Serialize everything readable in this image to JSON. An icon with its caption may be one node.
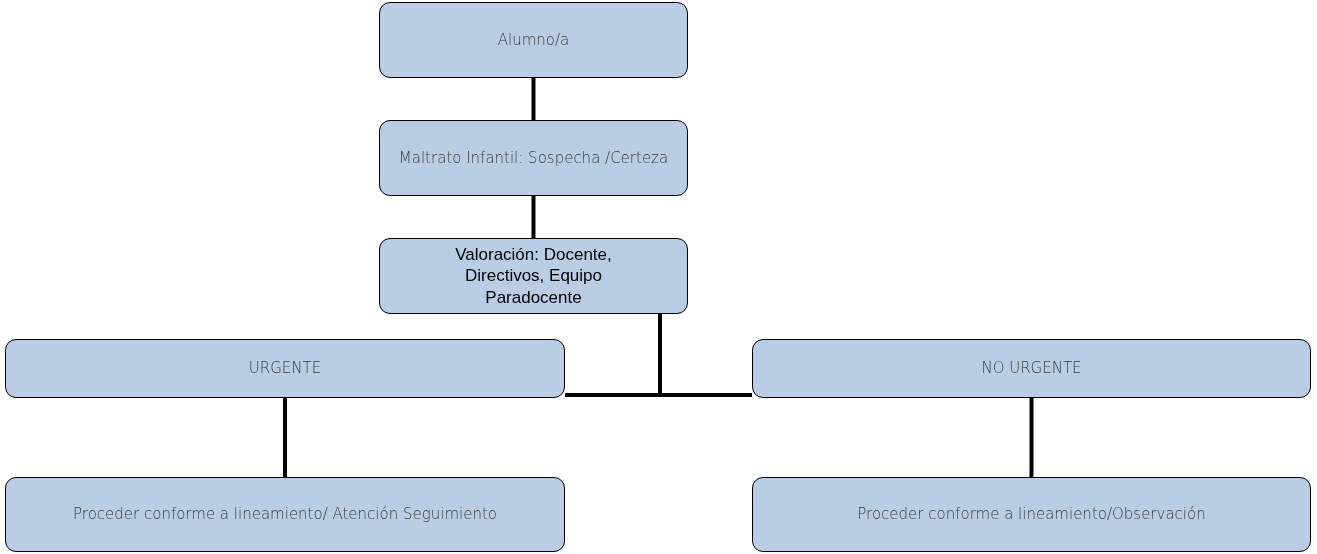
{
  "diagram": {
    "nodes": [
      {
        "text": [
          "Alumno/a"
        ]
      },
      {
        "text": [
          "Maltrato Infantil: Sospecha /Certeza"
        ]
      },
      {
        "text": [
          "Valoración: Docente, Directivos, Equipo Paradocente"
        ]
      },
      {
        "text": [
          "URGENTE"
        ]
      },
      {
        "text": [
          "NO URGENTE"
        ]
      },
      {
        "text": [
          "Proceder conforme a lineamiento/ Atención Seguimiento"
        ]
      },
      {
        "text": [
          "Proceder conforme a lineamiento/Observación"
        ]
      }
    ],
    "edges": [
      {
        "from": 0,
        "to": 1,
        "arrow": "none"
      },
      {
        "from": 1,
        "to": 2,
        "arrow": "none"
      },
      {
        "from": 2,
        "to": 3,
        "arrow": "none"
      },
      {
        "from": 2,
        "to": 4,
        "arrow": "none"
      },
      {
        "from": 3,
        "to": 5,
        "arrow": "none"
      },
      {
        "from": 4,
        "to": 6,
        "arrow": "none"
      }
    ]
  }
}
